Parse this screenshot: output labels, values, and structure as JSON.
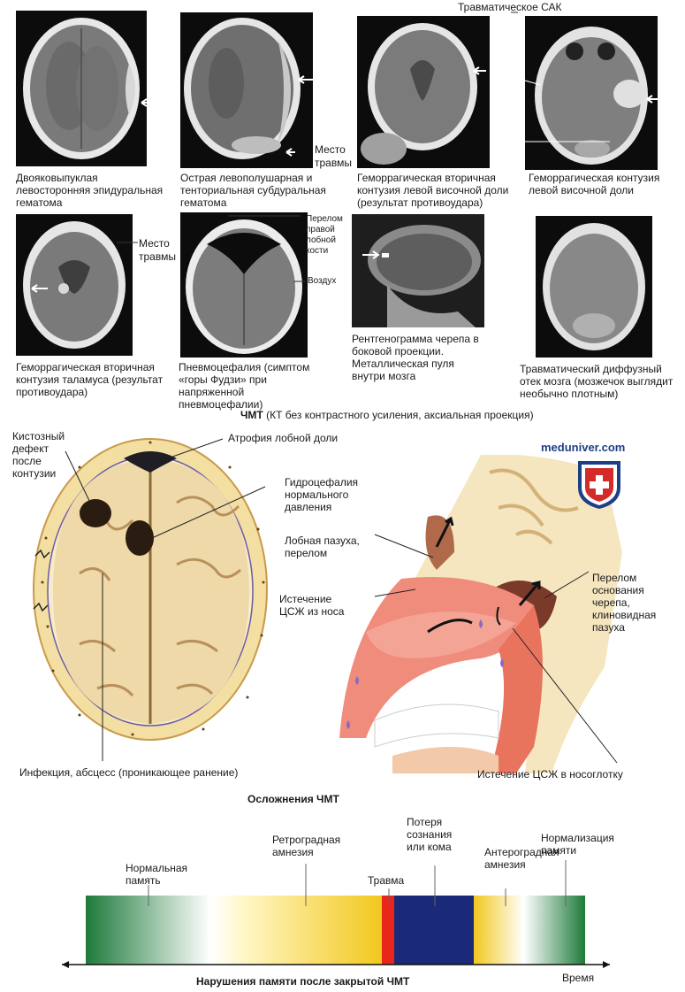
{
  "ct_row1": {
    "img1_caption": "Двояковыпуклая левосторонняя эпидуральная гематома",
    "img2_caption": "Острая левополушарная и тенториальная субдуральная гематома",
    "img3_caption": "Геморрагическая вторичная контузия левой височной доли (результат противоудара)",
    "img4_caption": "Геморрагическая контузия левой височной доли",
    "label_site": "Место травмы",
    "label_sak": "Травматическое САК"
  },
  "ct_row2": {
    "img1_caption": "Геморрагическая вторичная контузия таламуса (результат противоудара)",
    "img2_caption": "Пневмоцефалия (симптом «горы Фудзи» при напряженной пневмоцефалии)",
    "img3_caption": "Рентгенограмма черепа в боковой проекции. Металлическая пуля внутри мозга",
    "img4_caption": "Травматический диффузный отек мозга (мозжечок выглядит необычно плотным)",
    "label_site": "Место травмы",
    "label_fracture": "Перелом правой лобной кости",
    "label_air": "Воздух"
  },
  "ct_title_bold": "ЧМТ",
  "ct_title_rest": " (КТ без контрастного усиления, аксиальная проекция)",
  "complications": {
    "cyst": "Кистозный дефект после контузии",
    "frontal_atrophy": "Атрофия лобной доли",
    "hydrocephalus": "Гидроцефалия нормального давления",
    "infection": "Инфекция, абсцесс (проникающее ранение)",
    "frontal_sinus": "Лобная пазуха, перелом",
    "csf_nose": "Истечение ЦСЖ из носа",
    "skull_base": "Перелом основания черепа, клиновидная пазуха",
    "csf_throat": "Истечение ЦСЖ в носоглотку",
    "title": "Осложнения ЧМТ",
    "logo": "meduniver.com"
  },
  "memory": {
    "normal": "Нормальная память",
    "retrograde": "Ретроградная амнезия",
    "trauma": "Травма",
    "coma": "Потеря сознания или кома",
    "anterograde": "Антероградная амнезия",
    "normalization": "Нормализация памяти",
    "time": "Время",
    "title": "Нарушения памяти после закрытой ЧМТ",
    "colors": {
      "green": "#1f7a3c",
      "yellow": "#f4d23a",
      "red": "#e8261c",
      "navy": "#1a2a78"
    }
  }
}
